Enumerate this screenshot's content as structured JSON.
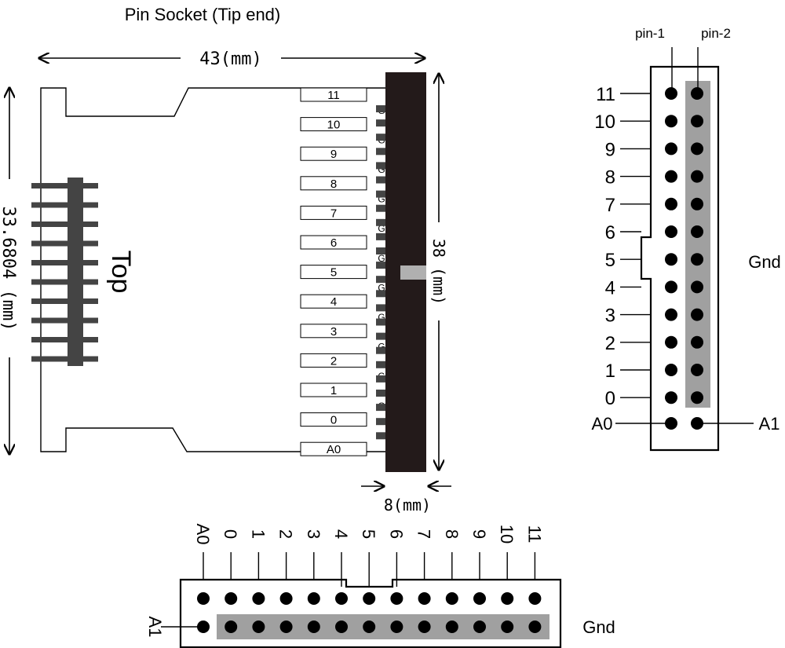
{
  "title": "Pin Socket (Tip end)",
  "dimensions": {
    "width": "43(mm)",
    "height": "33.6804 (mm)",
    "board_height": "38 (mm)",
    "board_width": "8(mm)"
  },
  "top_label": "Top",
  "pad_labels": [
    "11",
    "10",
    "9",
    "8",
    "7",
    "6",
    "5",
    "4",
    "3",
    "2",
    "1",
    "0",
    "A0"
  ],
  "ground_pad_label": "G",
  "right_connector": {
    "pin1_label": "pin-1",
    "pin2_label": "pin-2",
    "row_labels": [
      "11",
      "10",
      "9",
      "8",
      "7",
      "6",
      "5",
      "4",
      "3",
      "2",
      "1",
      "0"
    ],
    "a0_label": "A0",
    "a1_label": "A1",
    "gnd_label": "Gnd"
  },
  "bottom_connector": {
    "column_labels": [
      "A0",
      "0",
      "1",
      "2",
      "3",
      "4",
      "5",
      "6",
      "7",
      "8",
      "9",
      "10",
      "11"
    ],
    "a1_label": "A1",
    "gnd_label": "Gnd"
  },
  "colors": {
    "line": "#000000",
    "dark": "#231a1a",
    "pin_gray": "#444444",
    "gnd_band": "#a0a0a0",
    "notch": "#b0b0b0"
  }
}
